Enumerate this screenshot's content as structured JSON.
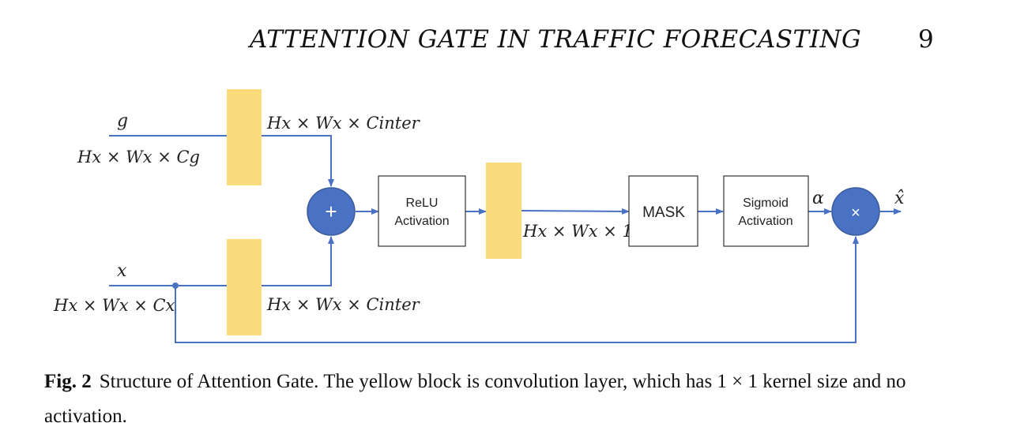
{
  "header": {
    "title": "ATTENTION GATE IN TRAFFIC FORECASTING",
    "page_number": "9"
  },
  "diagram": {
    "inputs": {
      "g_symbol": "g",
      "g_dims": "Hx × Wx × Cg",
      "x_symbol": "x",
      "x_dims": "Hx × Wx × Cx"
    },
    "conv_outputs": {
      "top_dims": "Hx × Wx × Cinter",
      "bottom_dims": "Hx × Wx × Cinter",
      "psi_dims": "Hx × Wx × 1"
    },
    "operators": {
      "add": "+",
      "multiply": "×"
    },
    "blocks": {
      "relu_line1": "ReLU",
      "relu_line2": "Activation",
      "mask": "MASK",
      "sigmoid_line1": "Sigmoid",
      "sigmoid_line2": "Activation"
    },
    "alpha_symbol": "α",
    "output_symbol": "x̂",
    "colors": {
      "conv_block": "#fadc7c",
      "operator_fill": "#4a72c4",
      "arrow": "#4a72c4"
    }
  },
  "caption": {
    "label": "Fig. 2",
    "text": "Structure of Attention Gate. The yellow block is convolution layer, which has 1 × 1 kernel size and no activation."
  }
}
